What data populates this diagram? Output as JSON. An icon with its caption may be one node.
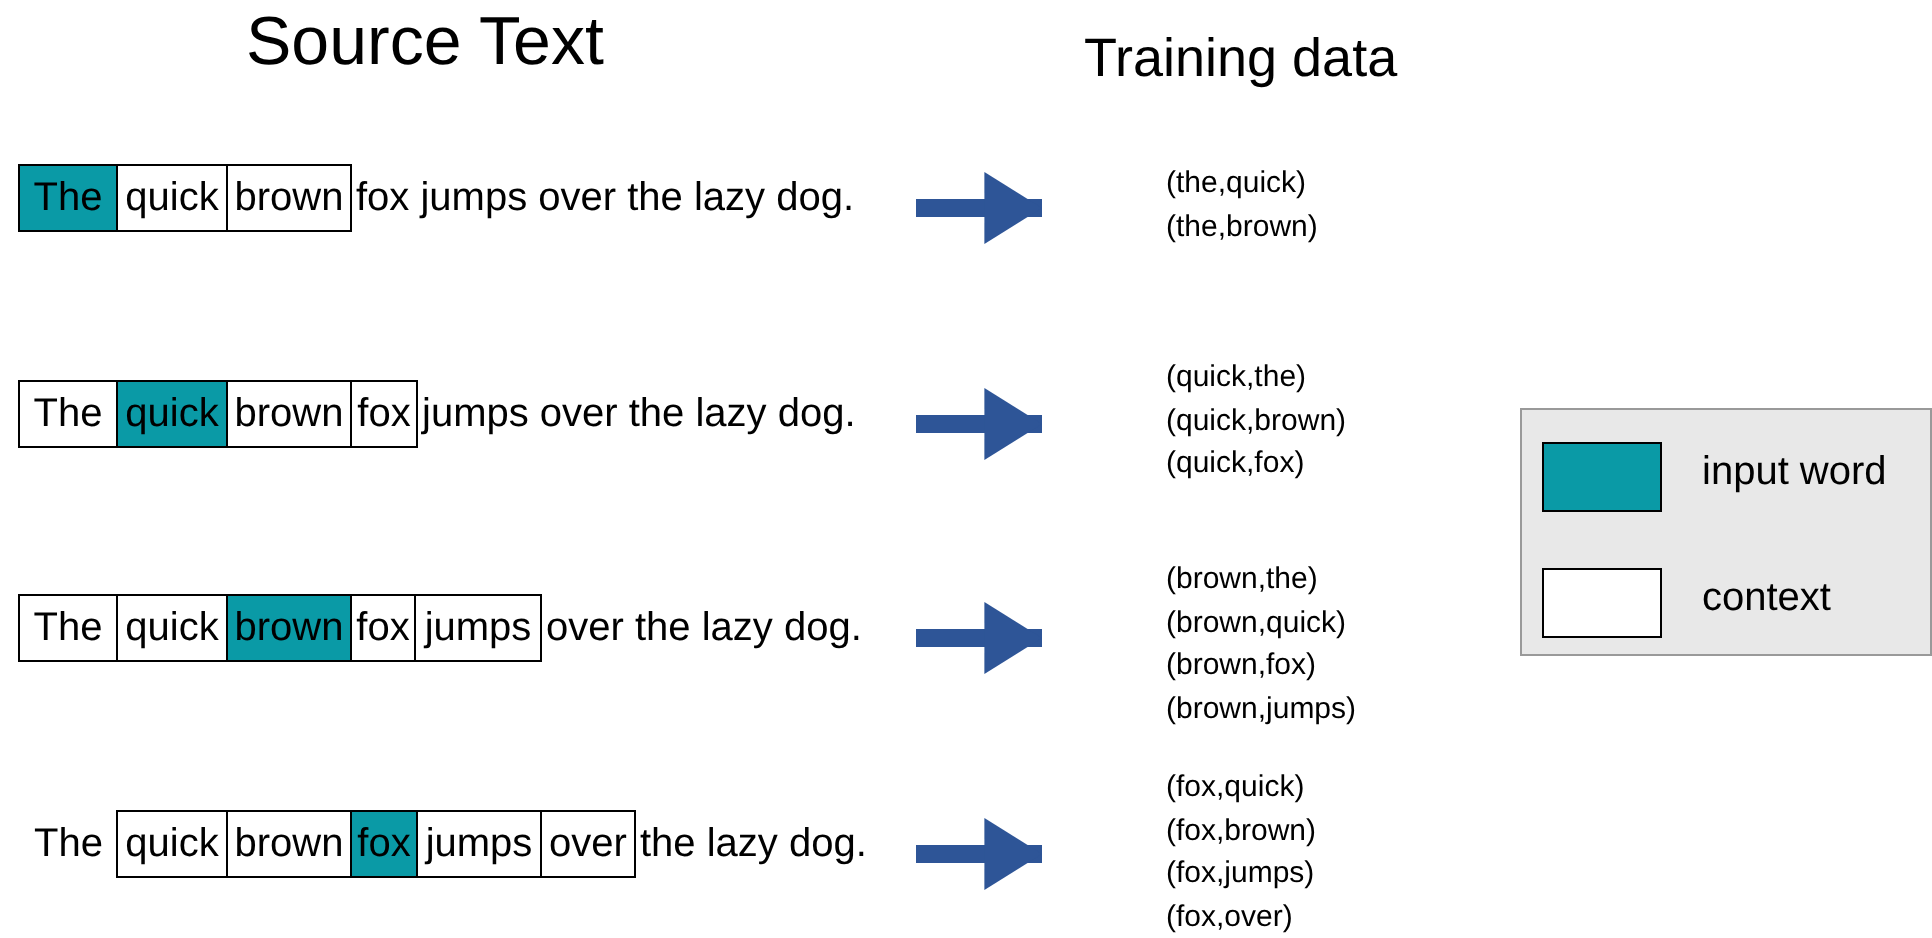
{
  "diagram": {
    "nodes": [
      {
        "text": [
          "The"
        ]
      },
      {
        "text": [
          "quick"
        ]
      },
      {
        "text": [
          "brown"
        ]
      },
      {
        "text": [
          "fox jumps over the lazy dog."
        ]
      },
      {
        "text": [
          "(the,quick)",
          "(the,brown)"
        ]
      },
      {
        "text": [
          "The"
        ]
      },
      {
        "text": [
          "quick"
        ]
      },
      {
        "text": [
          "brown"
        ]
      },
      {
        "text": [
          "fox"
        ]
      },
      {
        "text": [
          "jumps over the lazy dog."
        ]
      },
      {
        "text": [
          "(quick,the)",
          "(quick,brown)",
          "(quick,fox)"
        ]
      },
      {
        "text": [
          "The"
        ]
      },
      {
        "text": [
          "quick"
        ]
      },
      {
        "text": [
          "brown"
        ]
      },
      {
        "text": [
          "fox"
        ]
      },
      {
        "text": [
          "jumps"
        ]
      },
      {
        "text": [
          "over the lazy dog."
        ]
      },
      {
        "text": [
          "(brown,the)",
          "(brown,quick)",
          "(brown,fox)",
          "(brown,jumps)"
        ]
      },
      {
        "text": [
          "quick"
        ]
      },
      {
        "text": [
          "brown"
        ]
      },
      {
        "text": [
          "fox"
        ]
      },
      {
        "text": [
          "jumps"
        ]
      },
      {
        "text": [
          "over"
        ]
      },
      {
        "text": [
          "the lazy dog."
        ]
      },
      {
        "text": [
          "(fox,quick)",
          "(fox,brown)",
          "(fox,jumps)",
          "(fox,over)"
        ]
      }
    ],
    "edges": [
      {
        "from": 3,
        "to": 4,
        "arrow": "to"
      },
      {
        "from": 9,
        "to": 10,
        "arrow": "to"
      },
      {
        "from": 16,
        "to": 17,
        "arrow": "to"
      },
      {
        "from": 23,
        "to": 24,
        "arrow": "to"
      }
    ],
    "labels": [
      "Source Text",
      "Training data",
      "The"
    ],
    "legend": [
      {
        "text": "input word",
        "color": "#0a9aa6"
      },
      {
        "text": "context",
        "color": "#ffffff"
      }
    ]
  }
}
